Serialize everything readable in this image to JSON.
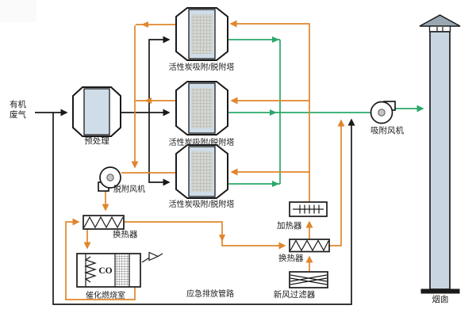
{
  "colors": {
    "main_gas_line": "#1a1a1a",
    "clean_gas_line": "#2ba869",
    "desorption_line": "#e0862c",
    "vessel_fill": "#cfdde9",
    "chimney_fill": "#c9d6e1"
  },
  "nodes": {
    "input": {
      "label": "有机\n废气"
    },
    "pretreatment": {
      "label": "预处理"
    },
    "towers": [
      {
        "label": "活性炭吸附/脱附塔"
      },
      {
        "label": "活性炭吸附/脱附塔"
      },
      {
        "label": "活性炭吸附/脱附塔"
      }
    ],
    "desorption_fan": {
      "label": "脱附风机"
    },
    "heat_exchanger_left": {
      "label": "换热器"
    },
    "catalytic_chamber": {
      "label": "催化燃烧室",
      "co_text": "CO"
    },
    "emergency_pipeline": {
      "label": "应急排放管路"
    },
    "heater": {
      "label": "加热器"
    },
    "heat_exchanger_right": {
      "label": "换热器"
    },
    "fresh_air_filter": {
      "label": "新风过滤器"
    },
    "adsorption_fan": {
      "label": "吸附风机"
    },
    "chimney": {
      "label": "烟囱"
    }
  }
}
